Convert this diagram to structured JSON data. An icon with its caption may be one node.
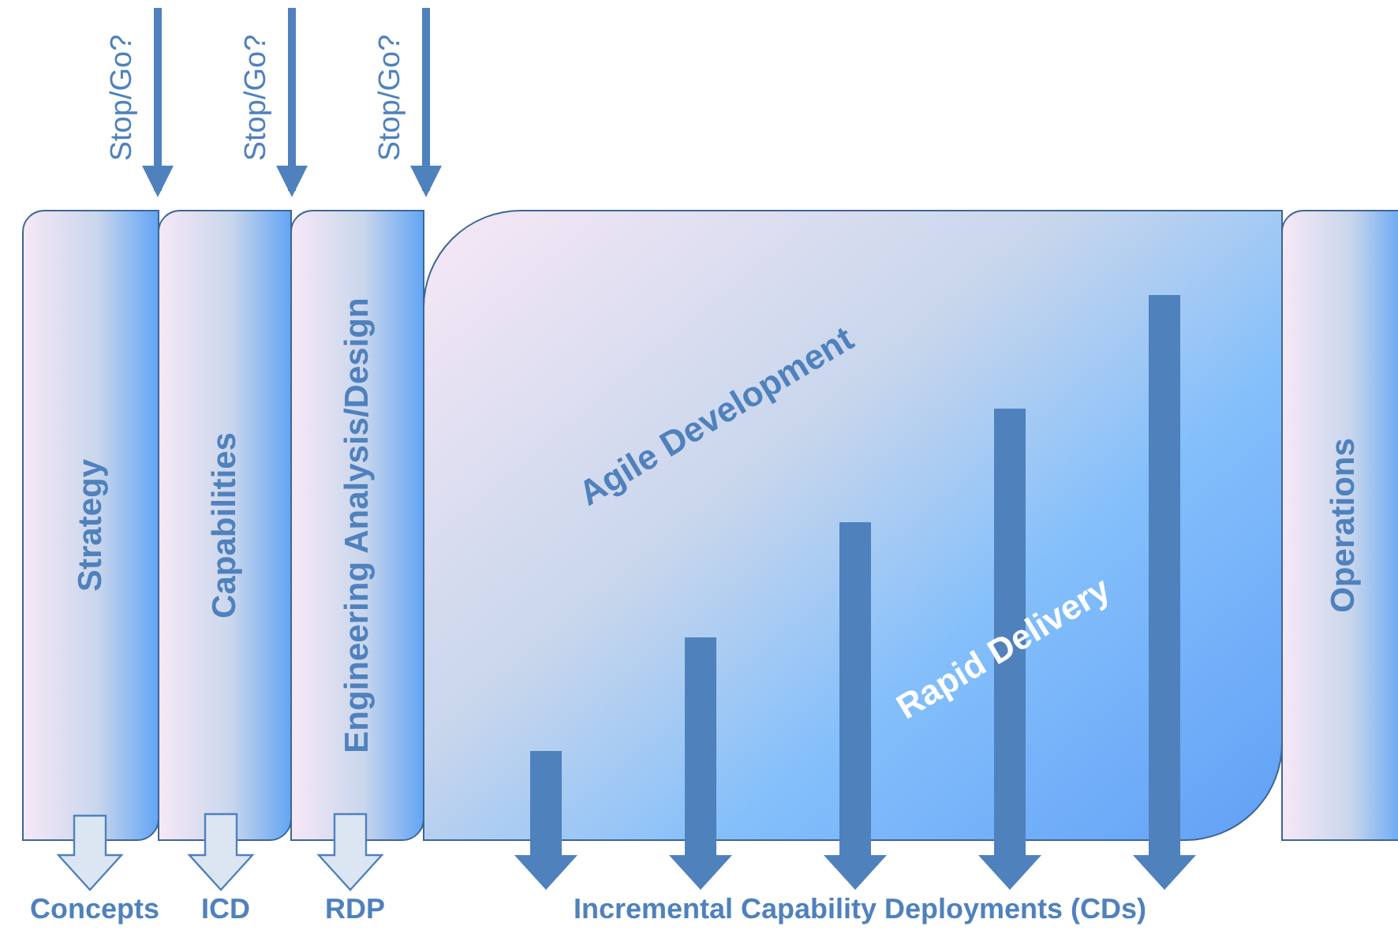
{
  "diagram": {
    "nodes": [
      {
        "text": [
          "Strategy"
        ]
      },
      {
        "text": [
          "Capabilities"
        ]
      },
      {
        "text": [
          "Engineering Analysis/Design"
        ]
      },
      {
        "text": [
          "Agile Development",
          "Rapid Delivery"
        ]
      },
      {
        "text": [
          "Operations"
        ]
      },
      {
        "text": [
          "Concepts"
        ]
      },
      {
        "text": [
          "ICD"
        ]
      },
      {
        "text": [
          "RDP"
        ]
      },
      {
        "text": [
          "Incremental Capability Deployments (CDs)"
        ]
      }
    ],
    "edges": [
      {
        "from": null,
        "to": 1,
        "arrow": "to",
        "label": "Stop/Go?"
      },
      {
        "from": null,
        "to": 2,
        "arrow": "to",
        "label": "Stop/Go?"
      },
      {
        "from": null,
        "to": 3,
        "arrow": "to",
        "label": "Stop/Go?"
      },
      {
        "from": 0,
        "to": 5,
        "arrow": "to",
        "style": "thick",
        "color": "#dce6f2"
      },
      {
        "from": 1,
        "to": 6,
        "arrow": "to",
        "style": "thick",
        "color": "#dce6f2"
      },
      {
        "from": 2,
        "to": 7,
        "arrow": "to",
        "style": "thick",
        "color": "#dce6f2"
      },
      {
        "from": 3,
        "to": 8,
        "arrow": "to",
        "style": "thick"
      },
      {
        "from": 3,
        "to": 8,
        "arrow": "to",
        "style": "thick"
      },
      {
        "from": 3,
        "to": 8,
        "arrow": "to",
        "style": "thick"
      },
      {
        "from": 3,
        "to": 8,
        "arrow": "to",
        "style": "thick"
      },
      {
        "from": 3,
        "to": 8,
        "arrow": "to",
        "style": "thick"
      }
    ]
  }
}
